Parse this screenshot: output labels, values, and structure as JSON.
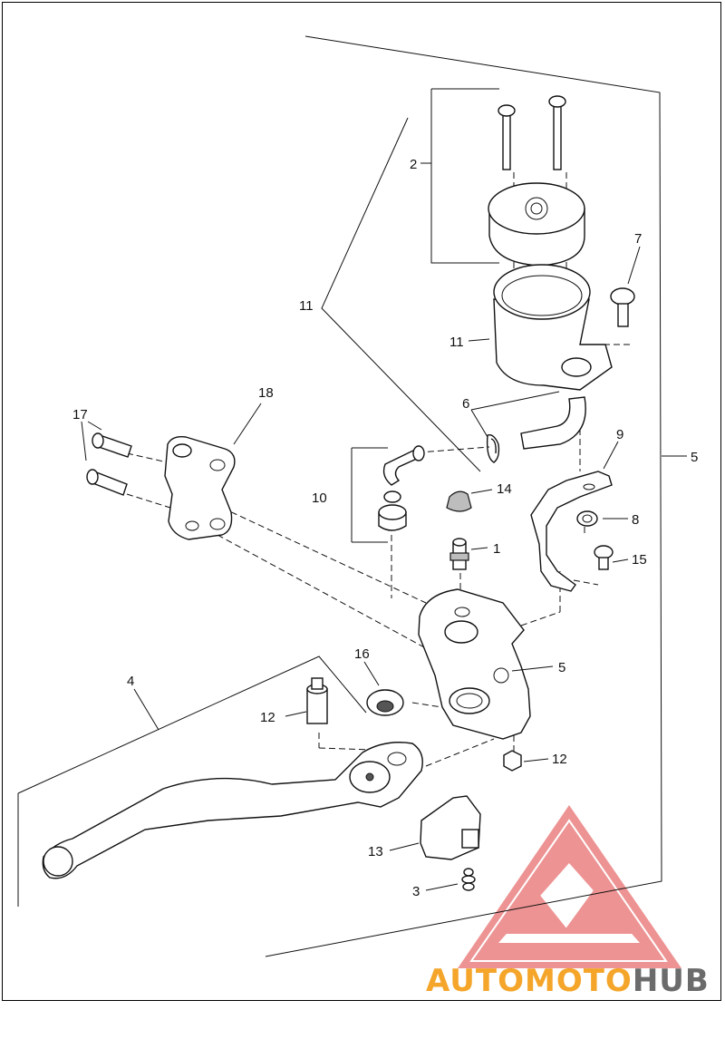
{
  "callouts": [
    {
      "id": "c1",
      "text": "1"
    },
    {
      "id": "c2",
      "text": "2"
    },
    {
      "id": "c3",
      "text": "3"
    },
    {
      "id": "c4",
      "text": "4"
    },
    {
      "id": "c5a",
      "text": "5"
    },
    {
      "id": "c5b",
      "text": "5"
    },
    {
      "id": "c6",
      "text": "6"
    },
    {
      "id": "c7",
      "text": "7"
    },
    {
      "id": "c8",
      "text": "8"
    },
    {
      "id": "c9",
      "text": "9"
    },
    {
      "id": "c10",
      "text": "10"
    },
    {
      "id": "c11a",
      "text": "11"
    },
    {
      "id": "c11b",
      "text": "11"
    },
    {
      "id": "c12a",
      "text": "12"
    },
    {
      "id": "c12b",
      "text": "12"
    },
    {
      "id": "c13",
      "text": "13"
    },
    {
      "id": "c14",
      "text": "14"
    },
    {
      "id": "c15",
      "text": "15"
    },
    {
      "id": "c16",
      "text": "16"
    },
    {
      "id": "c17",
      "text": "17"
    },
    {
      "id": "c18",
      "text": "18"
    }
  ],
  "watermark": {
    "part1": "AUTO",
    "part2": "MOTO",
    "part3": "HUB",
    "colors": {
      "orange": "#f4a52a",
      "gray": "#6b6b6b",
      "triangle": "#e85c5c"
    }
  }
}
